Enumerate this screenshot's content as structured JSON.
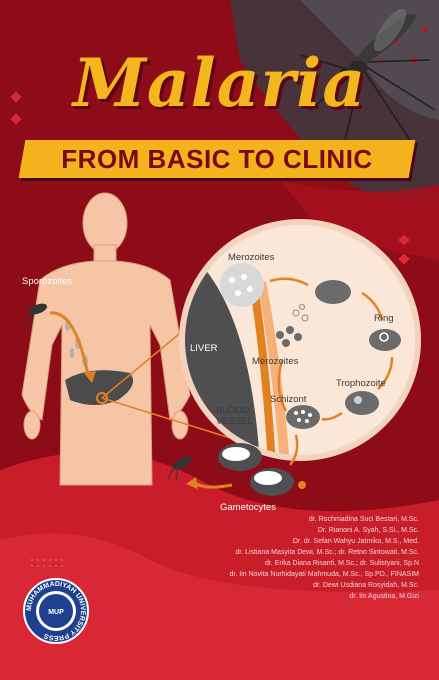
{
  "book": {
    "title": "Malaria",
    "subtitle": "FROM BASIC TO CLINIC"
  },
  "diagram": {
    "labels": {
      "sporozoites": "Sporozoites",
      "merozoites_top": "Merozoites",
      "ring": "Ring",
      "liver": "LIVER",
      "merozoites_mid": "Merozoites",
      "trophozoite": "Trophozoite",
      "schizont": "Schizont",
      "blood_vessel_1": "BLOOD",
      "blood_vessel_2": "VESSEL",
      "gametocytes": "Gametocytes"
    }
  },
  "authors": [
    "dr. Rochmadina Suci Bestari, M.Sc.",
    "Dr. Rianoni A. Syah, S.Si., M.Sc.",
    "Dr. dr. Sefan Wahyu Jatmiko, M.S., Med.",
    "dr. Listiana Masyita Dewi, M.Sc.; dr. Retno Sintowati, M.Sc.",
    "dr. Erika Diana Risanti, M.Sc.; dr. Sulistyani, Sp.N",
    "dr. Iin Novita Nurhidayati Mahmuda, M.Sc., Sp.PD., FINASIM",
    "dr. Dewi Usdiana Rosyidah, M.Sc.",
    "dr. Iin Agustina, M.Gizi"
  ],
  "publisher": {
    "logo_text_top": "MUHAMMADIYAH UNIVERSITY PRESS",
    "logo_text_center": "MUP"
  },
  "colors": {
    "background": "#8e0b18",
    "accent_yellow": "#f2b31c",
    "lower_red": "#c91d2a",
    "circle_fill": "#fbe7d8"
  }
}
